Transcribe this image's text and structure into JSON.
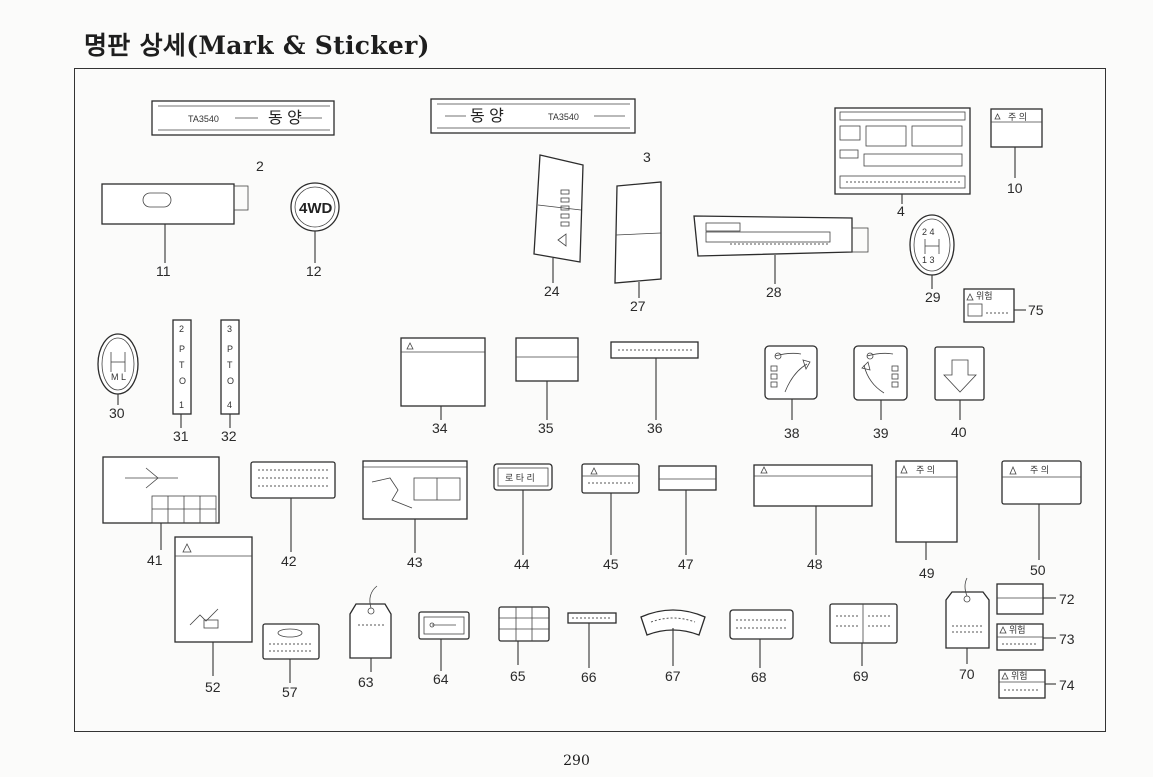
{
  "title": "명판 상세(Mark & Sticker)",
  "page_number": "290",
  "decals": {
    "model": "TA3540",
    "brand": "동 양",
    "four_wd": "4WD",
    "pto_2": [
      "2",
      "P",
      "T",
      "O",
      "1"
    ],
    "pto_3": [
      "3",
      "P",
      "T",
      "O",
      "4"
    ],
    "rotary": "로 타 리",
    "warning": "위험",
    "caution": "주 의",
    "shift_upper": "2 4",
    "shift_lower": "1 3",
    "h_range": "H",
    "h_range_low": "M L",
    "small_sym": "4"
  },
  "part_numbers": [
    "2",
    "3",
    "4",
    "10",
    "11",
    "12",
    "24",
    "27",
    "28",
    "29",
    "75",
    "30",
    "31",
    "32",
    "34",
    "35",
    "36",
    "38",
    "39",
    "40",
    "41",
    "42",
    "43",
    "44",
    "45",
    "47",
    "48",
    "49",
    "50",
    "52",
    "57",
    "63",
    "64",
    "65",
    "66",
    "67",
    "68",
    "69",
    "70",
    "72",
    "73",
    "74"
  ]
}
